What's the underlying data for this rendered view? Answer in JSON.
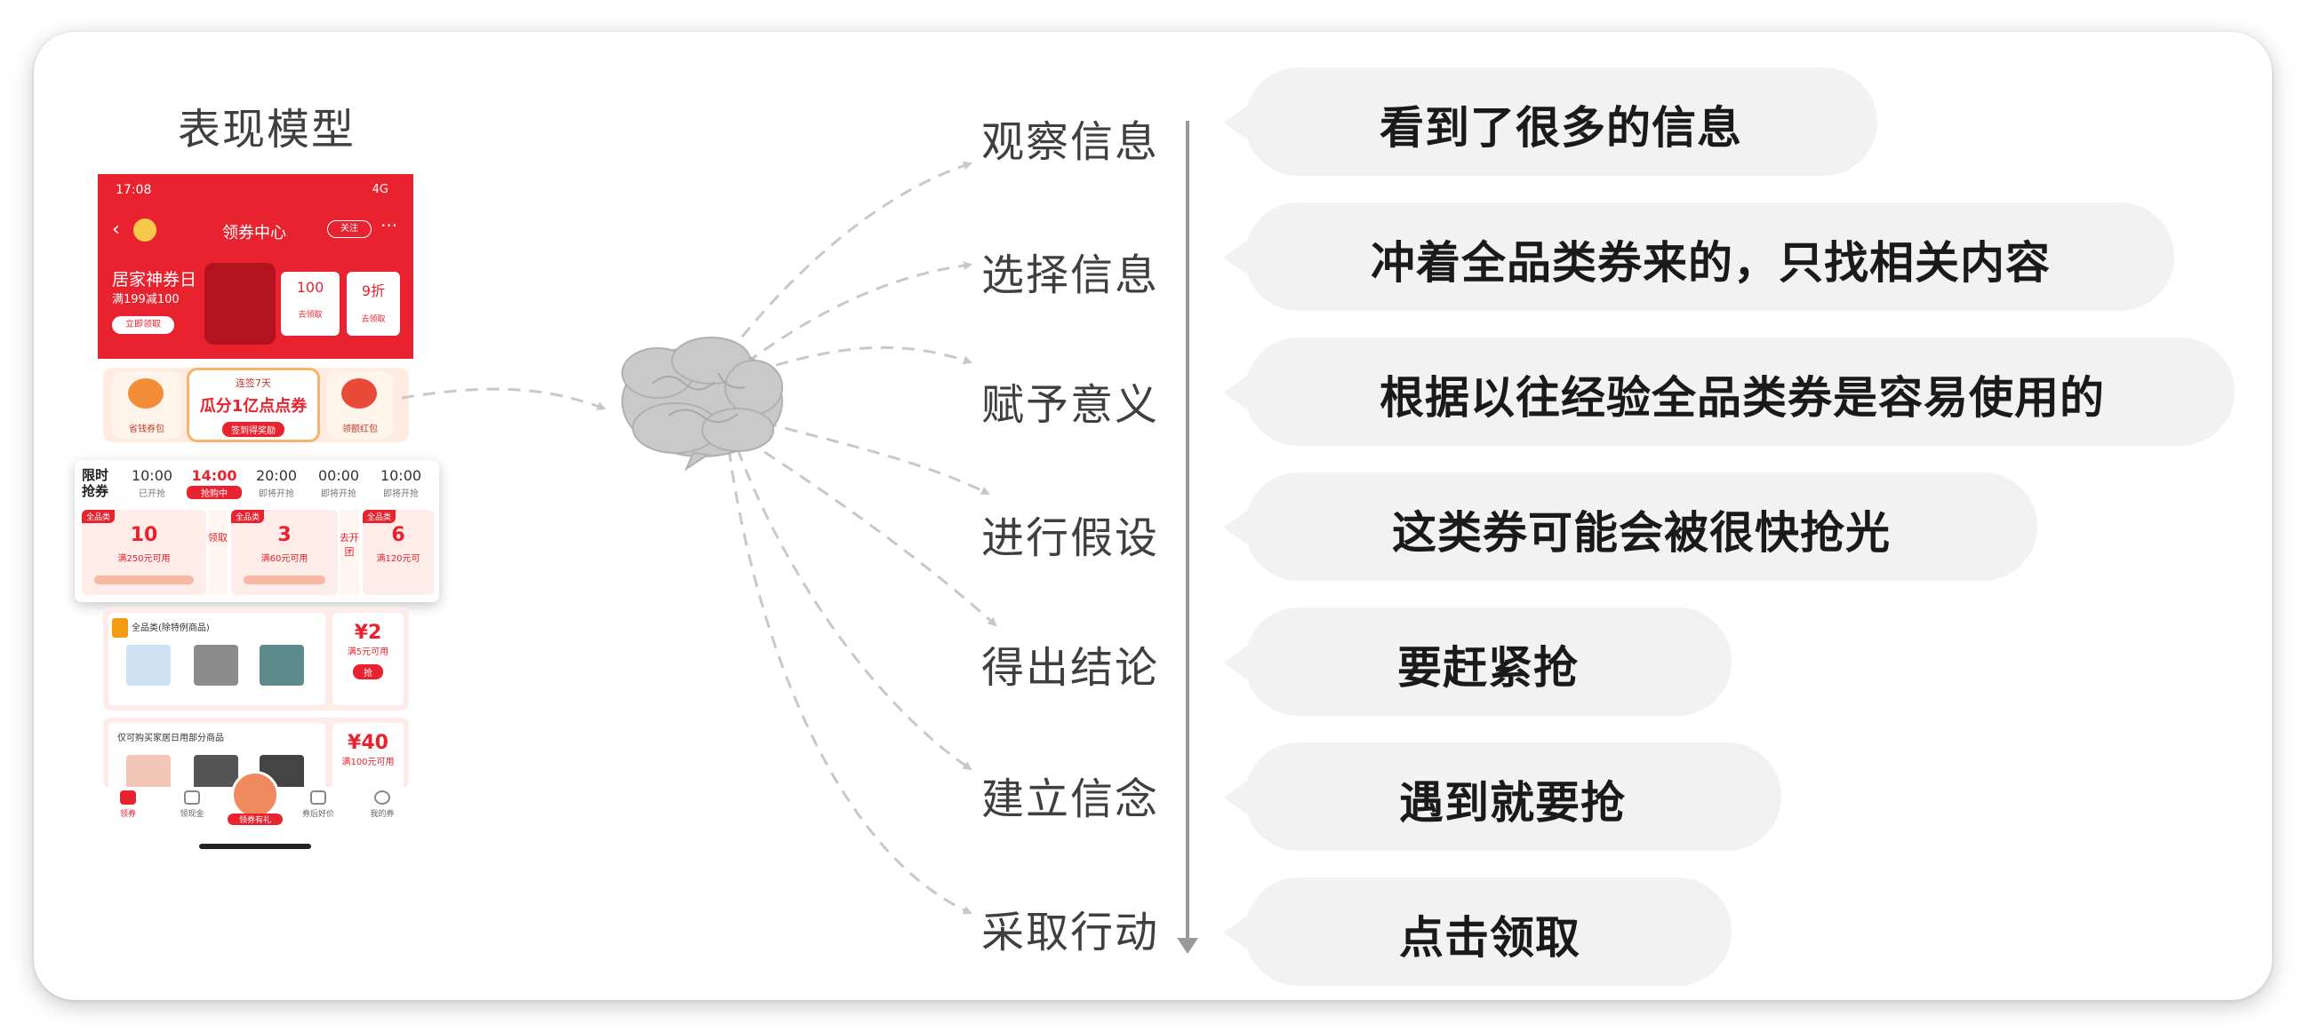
{
  "title": "表现模型",
  "phone": {
    "status_time": "17:08",
    "status_right": "4G",
    "nav_title": "领券中心",
    "nav_pill": "关注",
    "banner_title": "居家神券日",
    "banner_sub": "满199减100",
    "banner_btn": "立即领取",
    "coupon1_value": "100",
    "coupon1_btn": "去领取",
    "coupon2_value": "9折",
    "coupon2_btn": "去领取",
    "row2_left_label": "省钱券包",
    "row2_mid_line1": "连签7天",
    "row2_mid_line2": "瓜分1亿点点券",
    "row2_mid_btn": "签到得奖励",
    "row2_right_label": "领额红包",
    "flash_tag": "限时抢券",
    "slots": [
      {
        "time": "10:00",
        "status": "已开抢"
      },
      {
        "time": "14:00",
        "status": "抢购中"
      },
      {
        "time": "20:00",
        "status": "即将开抢"
      },
      {
        "time": "00:00",
        "status": "即将开抢"
      },
      {
        "time": "10:00",
        "status": "即将开抢"
      }
    ],
    "tickets": [
      {
        "tag": "全品类",
        "value": "10",
        "cond": "满250元可用"
      },
      {
        "tag": "全品类",
        "value": "3",
        "cond": "满60元可用"
      },
      {
        "tag": "全品类",
        "value": "6",
        "cond": "满120元可"
      }
    ],
    "ticket_side1": "领取",
    "ticket_side2": "去开团",
    "prod1_title": "全品类(除特例商品)",
    "prod1_price": "¥2",
    "prod1_cond": "满5元可用",
    "prod1_btn": "抢",
    "prod2_title": "仅可购买家居日用部分商品",
    "prod2_price": "¥40",
    "prod2_cond": "满100元可用",
    "tabs": [
      "领券",
      "领现金",
      "",
      "券后好价",
      "我的券"
    ],
    "tab_center_label": "领券有礼"
  },
  "steps": [
    {
      "label": "观察信息",
      "bubble": "看到了很多的信息"
    },
    {
      "label": "选择信息",
      "bubble": "冲着全品类券来的，只找相关内容"
    },
    {
      "label": "赋予意义",
      "bubble": "根据以往经验全品类券是容易使用的"
    },
    {
      "label": "进行假设",
      "bubble": "这类券可能会被很快抢光"
    },
    {
      "label": "得出结论",
      "bubble": "要赶紧抢"
    },
    {
      "label": "建立信念",
      "bubble": "遇到就要抢"
    },
    {
      "label": "采取行动",
      "bubble": "点击领取"
    }
  ],
  "colors": {
    "accent_red": "#e8232f",
    "bubble_bg": "#f2f2f2",
    "connector": "#c8c8c8",
    "brain": "#c9c9c9"
  }
}
